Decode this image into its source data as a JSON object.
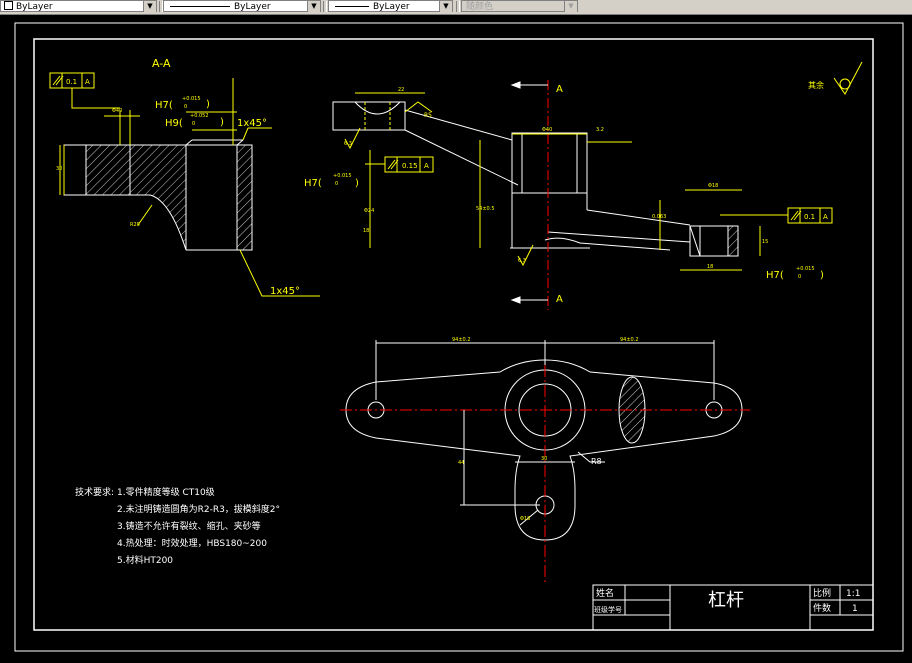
{
  "toolbar": {
    "layer": "ByLayer",
    "linetype": "ByLayer",
    "lineweight": "ByLayer",
    "color": "随颜色"
  },
  "drawing": {
    "section_label": "A-A",
    "view_label_a_top": "A",
    "view_label_a_bottom": "A",
    "other_label": "其余",
    "fit_h7_left": "H7(",
    "fit_h9_left": "H9(",
    "fit_h7_mid": "H7(",
    "fit_h7_right": "H7(",
    "tol_upper": "+0.015",
    "tol_zero": "0",
    "tol_h9": "+0.052",
    "tol_h7_mid": "+0.015",
    "tol_h7_right": "+0.015",
    "close_paren": ")",
    "chamfer_top": "1x45°",
    "chamfer_bottom": "1x45°",
    "fcf_left_tol": "0.1",
    "fcf_left_ref": "A",
    "fcf_mid_tol": "0.15",
    "fcf_mid_ref": "A",
    "fcf_right_tol": "0.1",
    "fcf_right_ref": "A",
    "radius_label": "R8",
    "radius_label_small": "R5",
    "dim_top_left": "94±0.2",
    "dim_top_right": "94±0.2",
    "dim_center": "30",
    "dim_vert": "44",
    "roughness_a": "3.2",
    "roughness_b": "6.3",
    "roughness_c": "12.5"
  },
  "notes": {
    "heading": "技术要求:",
    "items": [
      "1.零件精度等级 CT10级",
      "2.未注明铸造圆角为R2-R3，拔模斜度2°",
      "3.铸造不允许有裂纹、缩孔、夹砂等",
      "4.热处理：时效处理，HBS180~200",
      "5.材料HT200"
    ]
  },
  "title_block": {
    "name_label": "姓名",
    "designer_label": "班级学号",
    "part_name": "杠杆",
    "scale_label": "比例",
    "scale_value": "1:1",
    "qty_label": "件数",
    "qty_value": "1"
  },
  "colors": {
    "line": "#ffffff",
    "annotation": "#ffff00",
    "centerline": "#ff0000",
    "background": "#000000"
  }
}
